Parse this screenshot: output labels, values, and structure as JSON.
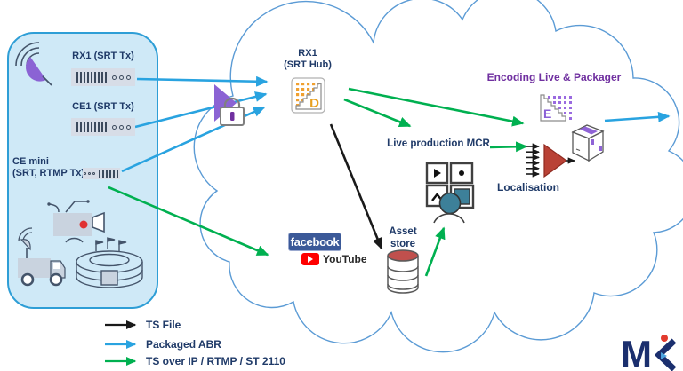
{
  "panel": {
    "rx1_label": "RX1 (SRT Tx)",
    "ce1_label": "CE1 (SRT Tx)",
    "cemini_line1": "CE mini",
    "cemini_line2": "(SRT, RTMP Tx)"
  },
  "cloud": {
    "hub_line1": "RX1",
    "hub_line2": "(SRT Hub)",
    "hub_icon_letter": "D",
    "encoding_label": "Encoding Live & Packager",
    "encoder_icon_letter": "E",
    "mcr_label": "Live production MCR",
    "localisation_label": "Localisation",
    "asset_line1": "Asset",
    "asset_line2": "store",
    "facebook_label": "facebook",
    "youtube_label": "YouTube"
  },
  "legend": {
    "items": [
      {
        "label": "TS File",
        "color": "#1a1a1a"
      },
      {
        "label": "Packaged ABR",
        "color": "#29a3e0"
      },
      {
        "label": "TS over IP / RTMP / ST 2110",
        "color": "#00b050"
      }
    ]
  },
  "logo": {
    "m": "M"
  },
  "colors": {
    "panel_fill": "#cfe9f7",
    "panel_border": "#2e9ed6",
    "cloud_stroke": "#5b9bd5",
    "navy_text": "#1f3a68",
    "purple_accent": "#8b63d4",
    "purple_text": "#7030a0",
    "orange_accent": "#f0a030",
    "teal_accent": "#3d8099",
    "red_accent": "#b94236",
    "facebook_blue": "#3b5998",
    "youtube_red": "#ff0000"
  }
}
